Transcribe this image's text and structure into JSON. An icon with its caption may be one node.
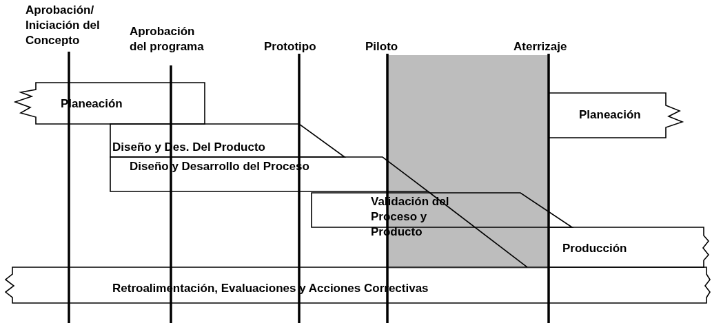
{
  "diagram": {
    "nodes": [
      {
        "text": [
          "Planeación"
        ]
      },
      {
        "text": [
          "Diseño y Des. Del Producto"
        ]
      },
      {
        "text": [
          "Diseño y Desarrollo del Proceso"
        ]
      },
      {
        "text": [
          "Validación del Proceso y Producto"
        ]
      },
      {
        "text": [
          "Planeación"
        ]
      },
      {
        "text": [
          "Producción"
        ]
      },
      {
        "text": [
          "Retroalimentación, Evaluaciones y Acciones Correctivas"
        ]
      }
    ],
    "labels": [
      "Aprobación/ Iniciación del Concepto",
      "Aprobación del programa",
      "Prototipo",
      "Piloto",
      "Aterrizaje"
    ]
  }
}
